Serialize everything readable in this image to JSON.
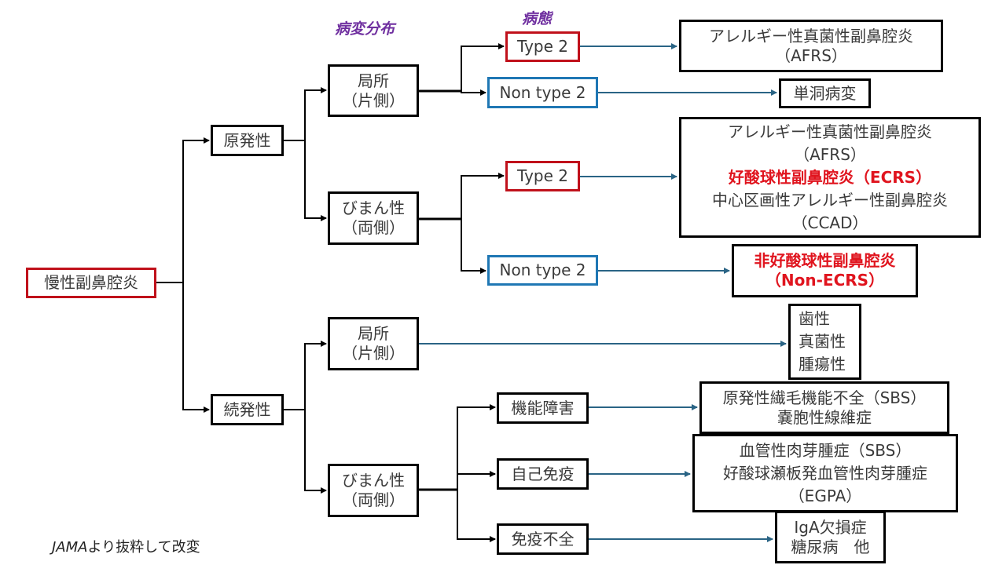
{
  "headers": {
    "distribution": "病変分布",
    "pathology": "病態"
  },
  "root": {
    "label": "慢性副鼻腔炎"
  },
  "level1": {
    "primary": "原発性",
    "secondary": "続発性"
  },
  "level2": {
    "primary_local": [
      "局所",
      "（片側）"
    ],
    "primary_diffuse": [
      "びまん性",
      "（両側）"
    ],
    "secondary_local": [
      "局所",
      "（片側）"
    ],
    "secondary_diffuse": [
      "びまん性",
      "（両側）"
    ]
  },
  "level3": {
    "local_type2": "Type 2",
    "local_non_type2": "Non type 2",
    "diffuse_type2": "Type 2",
    "diffuse_non_type2": "Non type 2",
    "dysfunction": "機能障害",
    "autoimmune": "自己免疫",
    "immunodeficiency": "免疫不全"
  },
  "outcomes": {
    "afrs": [
      "アレルギー性真菌性副鼻腔炎",
      "（AFRS）"
    ],
    "single_sinus": "単洞病変",
    "diffuse_type2": {
      "line1": "アレルギー性真菌性副鼻腔炎",
      "line2": "（AFRS）",
      "line3": "好酸球性副鼻腔炎（ECRS）",
      "line4": "中心区画性アレルギー性副鼻腔炎",
      "line5": "（CCAD）"
    },
    "non_ecrs": [
      "非好酸球性副鼻腔炎",
      "（Non-ECRS）"
    ],
    "secondary_local": [
      "歯性",
      "真菌性",
      "腫瘍性"
    ],
    "dysfunction": [
      "原発性繊毛機能不全（SBS）",
      "嚢胞性線維症"
    ],
    "autoimmune": [
      "血管性肉芽腫症（SBS）",
      "好酸球瀬板発血管性肉芽腫症",
      "（EGPA）"
    ],
    "immunodeficiency": [
      "IgA欠損症",
      "糖尿病　他"
    ]
  },
  "source_note": {
    "italic": "JAMA",
    "rest": "より抜粋して改変"
  },
  "colors": {
    "red_border": "#c0111b",
    "blue_border": "#1f77b4",
    "header_purple": "#7030a0",
    "emphasis_red": "#e0141e",
    "teal_arrow": "#2a6485"
  }
}
